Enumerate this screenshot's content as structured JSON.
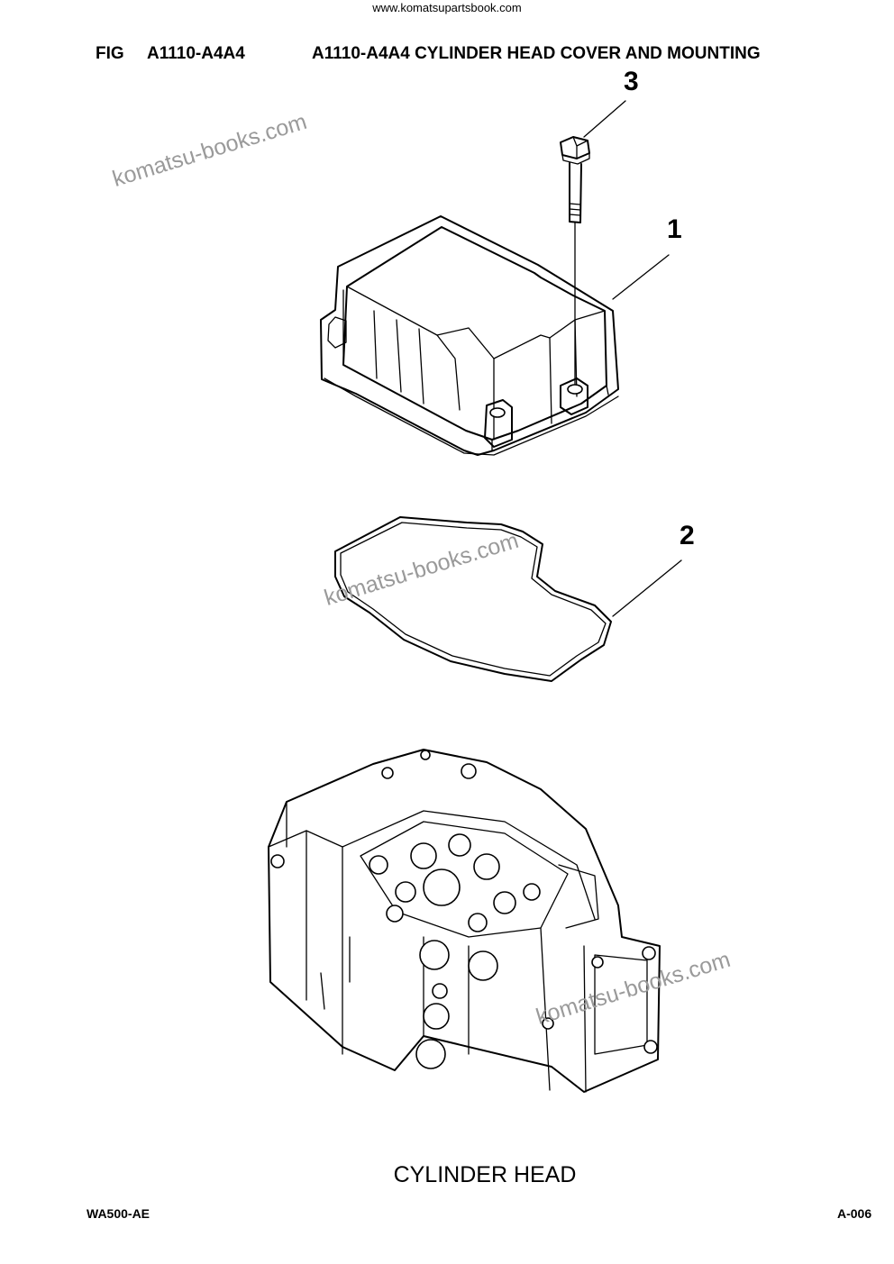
{
  "header": {
    "site_url": "www.komatsupartsbook.com",
    "fig_label": "FIG",
    "fig_code": "A1110-A4A4",
    "fig_title": "A1110-A4A4 CYLINDER HEAD COVER AND MOUNTING"
  },
  "callouts": [
    "3",
    "1",
    "2"
  ],
  "caption": "CYLINDER HEAD",
  "footer": {
    "model_code": "WA500-AE",
    "page_number": "A-006"
  },
  "watermarks": [
    "komatsu-books.com",
    "komatsu-books.com",
    "komatsu-books.com"
  ]
}
